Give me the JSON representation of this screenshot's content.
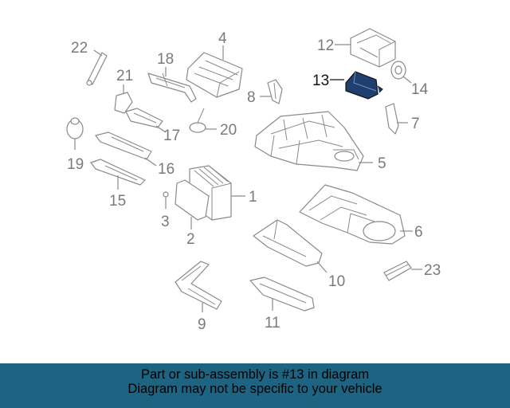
{
  "callouts": {
    "c1": "1",
    "c2": "2",
    "c3": "3",
    "c4": "4",
    "c5": "5",
    "c6": "6",
    "c7": "7",
    "c8": "8",
    "c9": "9",
    "c10": "10",
    "c11": "11",
    "c12": "12",
    "c13": "13",
    "c14": "14",
    "c15": "15",
    "c16": "16",
    "c17": "17",
    "c18": "18",
    "c19": "19",
    "c20": "20",
    "c21": "21",
    "c22": "22",
    "c23": "23"
  },
  "highlighted_part": "13",
  "colors": {
    "banner": "#1d6482",
    "highlight_fill": "#1f3f6e",
    "line": "#8a8a8a"
  },
  "banner": {
    "line1": "Part or sub-assembly is #13 in diagram",
    "line2": "Diagram may not be specific to your vehicle"
  }
}
